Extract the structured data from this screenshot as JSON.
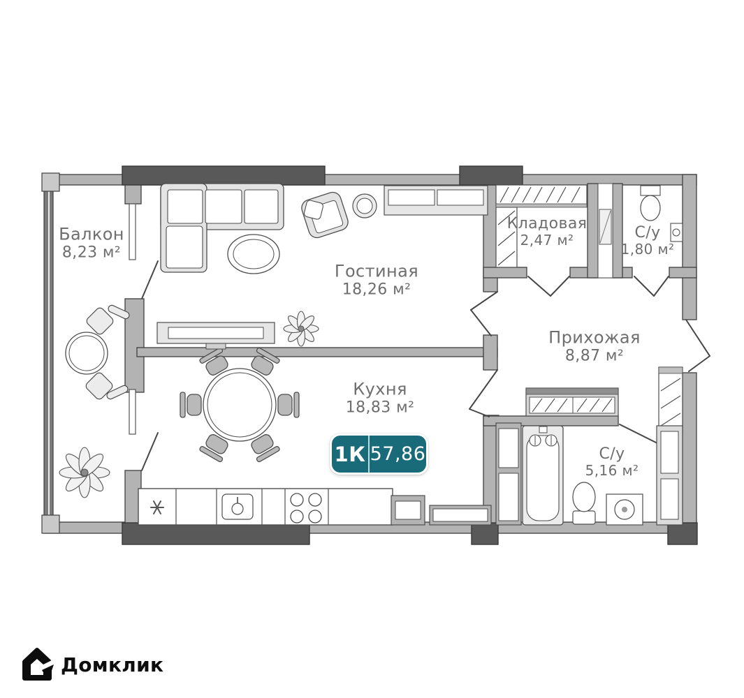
{
  "badge": {
    "rooms": "1К",
    "area": "57,86"
  },
  "rooms": {
    "balcony": {
      "name": "Балкон",
      "area": "8,23 м²"
    },
    "living": {
      "name": "Гостиная",
      "area": "18,26 м²"
    },
    "kitchen": {
      "name": "Кухня",
      "area": "18,83 м²"
    },
    "storage": {
      "name": "Кладовая",
      "area": "2,47 м²"
    },
    "wc_small": {
      "name": "С/у",
      "area": "1,80 м²"
    },
    "hallway": {
      "name": "Прихожая",
      "area": "8,87 м²"
    },
    "wc_large": {
      "name": "С/у",
      "area": "5,16 м²"
    }
  },
  "branding": {
    "logo": "Домклик"
  },
  "colors": {
    "badge_teal": "#1a6b7a",
    "label_gray": "#6e6e6e",
    "wall_gray": "#b3b3b3",
    "wall_dark": "#595959"
  }
}
